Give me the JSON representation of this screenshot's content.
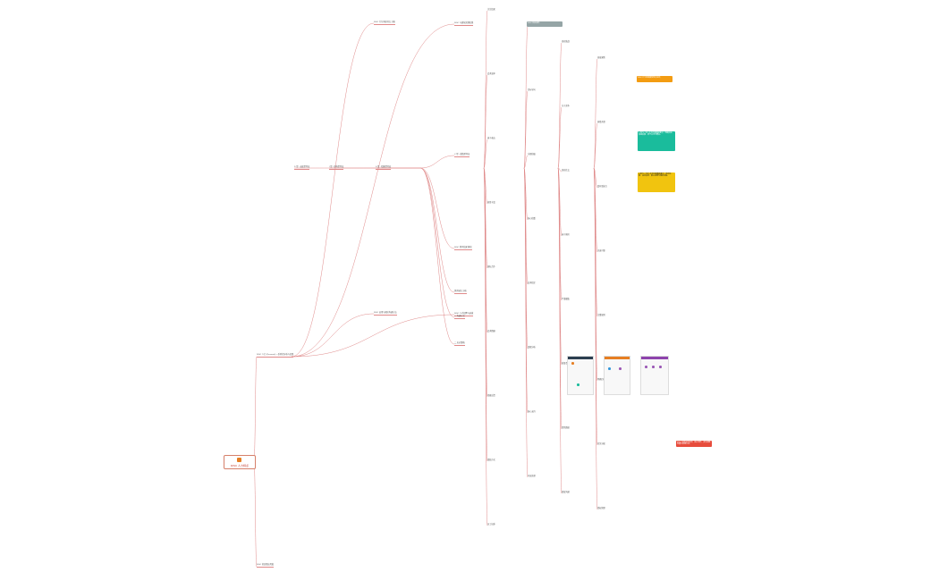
{
  "root": {
    "title": "DISC 人力特点",
    "icon": "book-icon"
  },
  "branches": {
    "main": "DISC 人力 (Personal) 一系列的分析与实践",
    "secondary": "DISC 的实践应用篇"
  },
  "level2": [
    "DISC 行为风格特点 分析",
    "DISC 运用与团队沟通方法",
    "DISC 与团队管理实践",
    "DISC 人才招聘与选拔"
  ],
  "level3": [
    "D 型 - 支配型特征",
    "I 型 - 影响型特征",
    "S 型 - 稳健型特征",
    "C 型 - 谨慎型特征",
    "DISC 测评结果 解读",
    "测评报告 分析",
    "一 沟通方式",
    "二 应对策略"
  ],
  "leaves": [
    "关注结果",
    "行动迅速",
    "喜欢挑战",
    "直接果断",
    "追求效率",
    "目标导向",
    "乐于竞争",
    "热情开朗",
    "善于表达",
    "乐观积极",
    "喜欢社交",
    "富有感染力",
    "创意丰富",
    "耐心稳重",
    "善于倾听",
    "忠诚可靠",
    "团队合作",
    "追求稳定",
    "严谨细致",
    "注重规则",
    "追求精确",
    "逻辑分析",
    "质量意识",
    "明确目标",
    "积极反馈",
    "耐心支持",
    "提供数据",
    "任务分配",
    "激励方式",
    "冲突处理",
    "绩效沟通",
    "授权管理",
    "员工培养"
  ],
  "notes": {
    "orange_top": "DISC 行为风格模型重点总结",
    "green": "D 型与 I 型人才的沟通激励要点：明确目标、快速反馈、给予认可与舞台。",
    "yellow": "S 型与 C 型人才的沟通激励要点：稳定环境、充足信息、耐心说明与规范流程。",
    "red_bottom": "DISC 实践应用总结：因人而异，灵活调整沟通与管理方式。",
    "gray_top": "DISC 相关资料"
  },
  "colors": {
    "link": "#e08a8a",
    "orange": "#f39c12",
    "green": "#1abc9c",
    "yellow": "#f1c40f",
    "red": "#e74c3c",
    "gray": "#7f8c8d"
  }
}
